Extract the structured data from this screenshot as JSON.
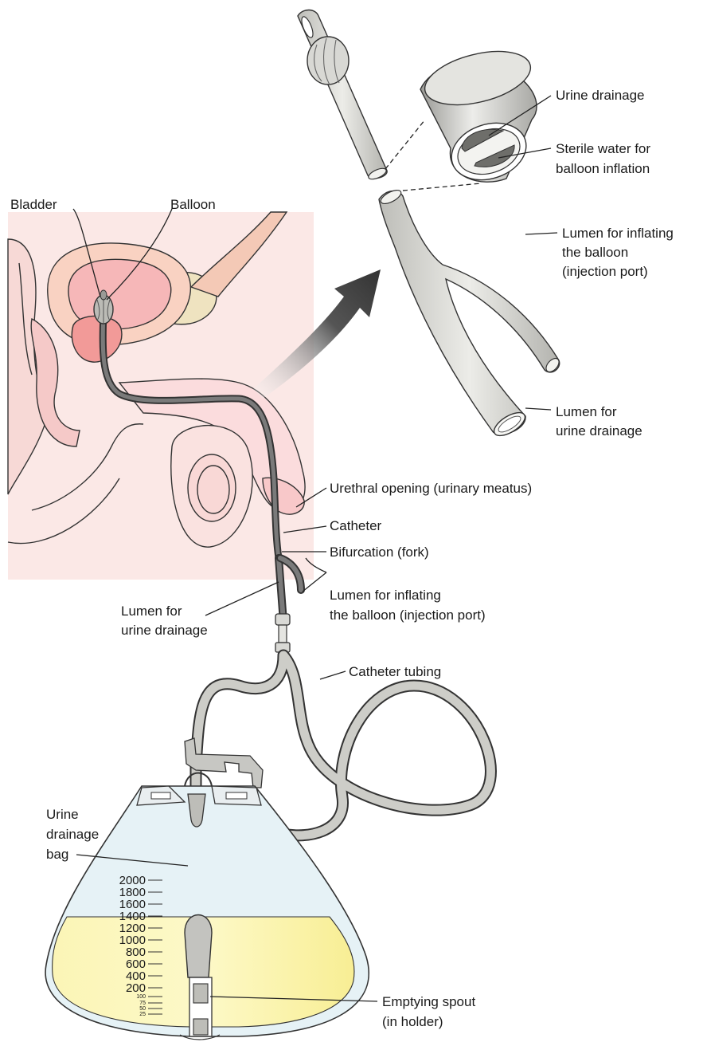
{
  "labels": {
    "bladder": "Bladder",
    "balloon": "Balloon",
    "urine_drainage_top": "Urine drainage",
    "sterile_water_1": "Sterile water for",
    "sterile_water_2": "balloon inflation",
    "lumen_inflating_1": "Lumen for inflating",
    "lumen_inflating_2": "the balloon",
    "lumen_inflating_3": "(injection port)",
    "lumen_urine_r1": "Lumen for",
    "lumen_urine_r2": "urine drainage",
    "urethral_opening": "Urethral opening (urinary meatus)",
    "catheter": "Catheter",
    "bifurcation": "Bifurcation (fork)",
    "lumen_urine_l1": "Lumen for",
    "lumen_urine_l2": "urine drainage",
    "lumen_inflating_b1": "Lumen for inflating",
    "lumen_inflating_b2": "the balloon (injection port)",
    "catheter_tubing": "Catheter tubing",
    "bag_1": "Urine",
    "bag_2": "drainage",
    "bag_3": "bag",
    "spout_1": "Emptying spout",
    "spout_2": "(in holder)"
  },
  "scale": {
    "major": [
      "2000",
      "1800",
      "1600",
      "1400",
      "1200",
      "1000",
      "800",
      "600",
      "400",
      "200"
    ],
    "minor": [
      "100",
      "75",
      "50",
      "25"
    ]
  },
  "colors": {
    "urine": "#faf3a0",
    "bag": "#e6f2f6",
    "tissue": "#fbe7e5",
    "bladder": "#f6b7b8",
    "prostate": "#f29a98",
    "bone": "#f0e4c4",
    "catheter_dark": "#5c5c5c",
    "tubing": "#c9c9c4"
  }
}
